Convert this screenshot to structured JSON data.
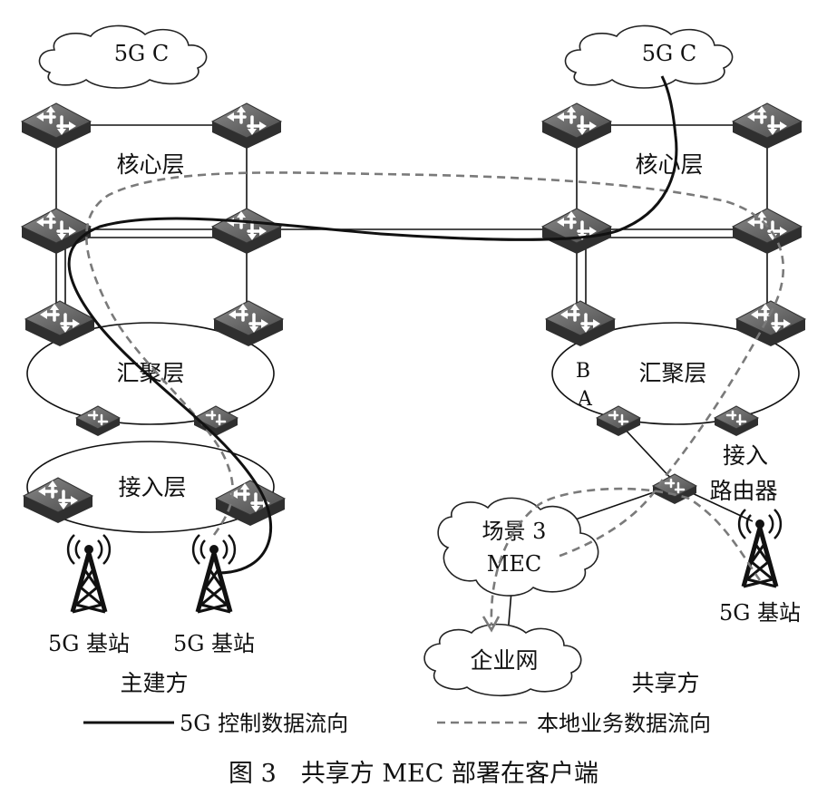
{
  "left": {
    "cloud_label": "5G C",
    "core_label": "核心层",
    "agg_label": "汇聚层",
    "access_label": "接入层",
    "bs1_label": "5G 基站",
    "bs2_label": "5G 基站",
    "side_label": "主建方"
  },
  "right": {
    "cloud_label": "5G C",
    "core_label": "核心层",
    "agg_label": "汇聚层",
    "b_label": "B",
    "a_label": "A",
    "router_label_1": "接入",
    "router_label_2": "路由器",
    "mec_label_1": "场景 3",
    "mec_label_2": "MEC",
    "enterprise_label": "企业网",
    "bs_label": "5G 基站",
    "side_label": "共享方"
  },
  "legend": {
    "control_flow": "5G 控制数据流向",
    "local_flow": "本地业务数据流向"
  },
  "caption": "图 3　共享方 MEC 部署在客户端"
}
